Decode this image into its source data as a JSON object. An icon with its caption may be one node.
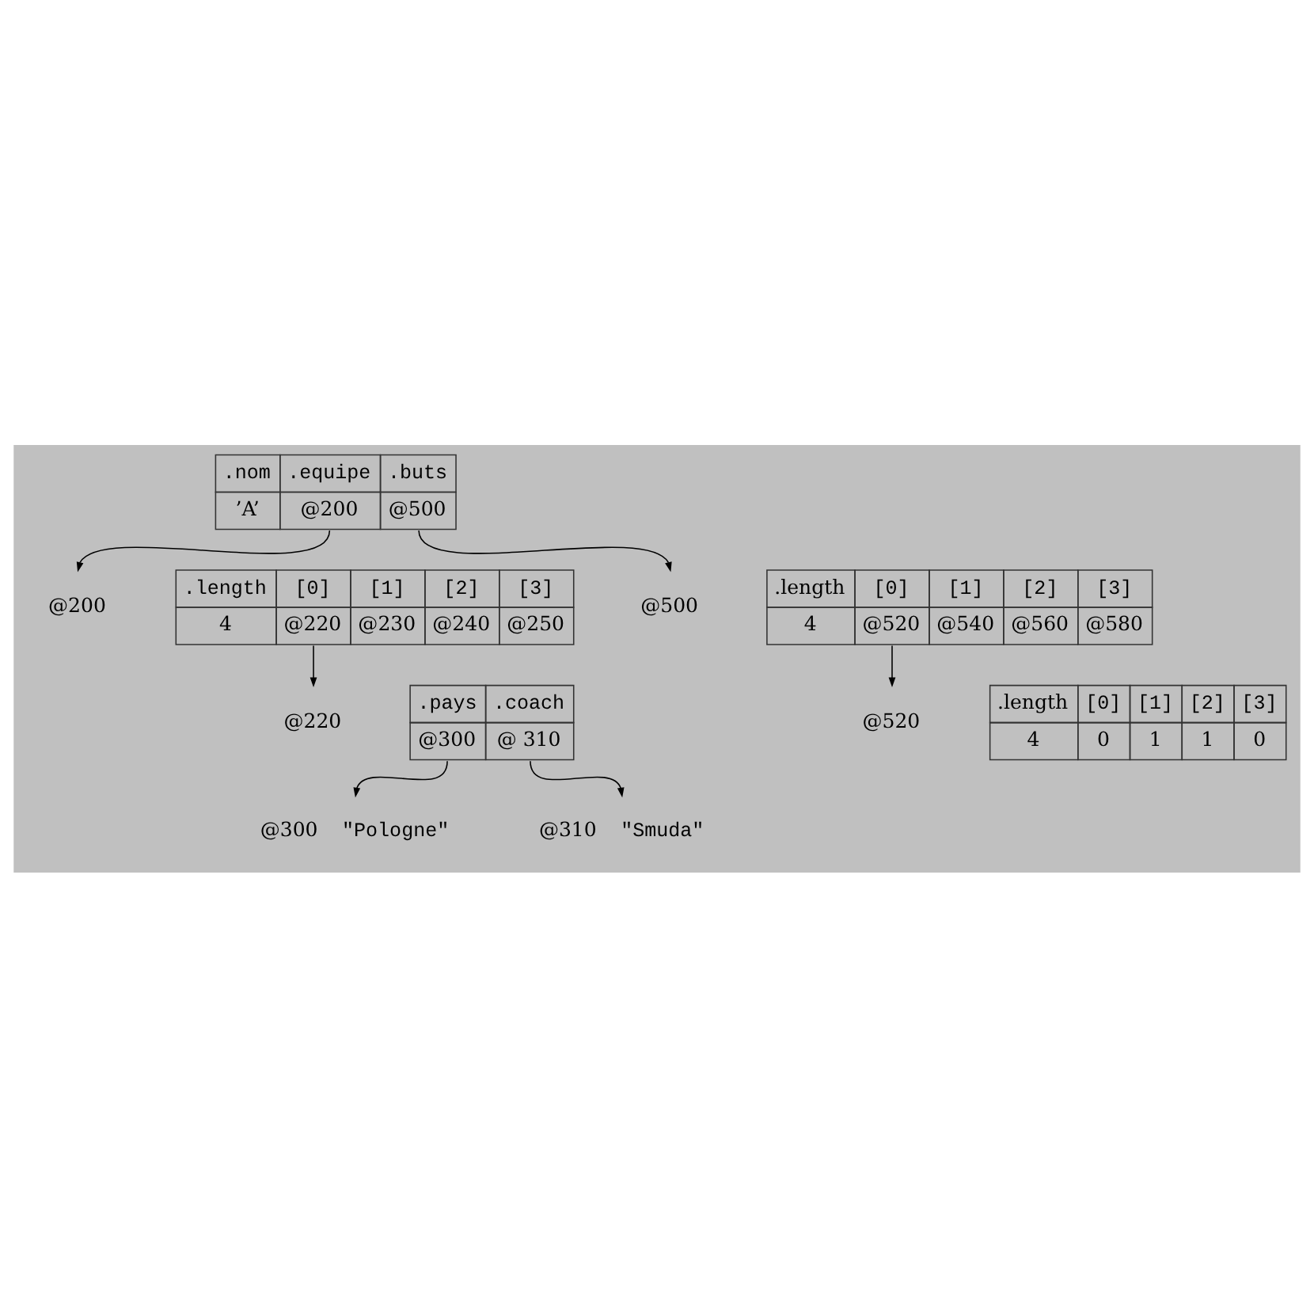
{
  "diagram": {
    "nodes": [
      {
        "text": [
          ".nom",
          ".equipe",
          ".buts",
          "’A’",
          "@200",
          "@500"
        ]
      },
      {
        "text": [
          "@200"
        ]
      },
      {
        "text": [
          ".length",
          "[0]",
          "[1]",
          "[2]",
          "[3]",
          "4",
          "@220",
          "@230",
          "@240",
          "@250"
        ]
      },
      {
        "text": [
          "@220"
        ]
      },
      {
        "text": [
          ".pays",
          ".coach",
          "@300",
          "@ 310"
        ]
      },
      {
        "text": [
          "@300"
        ],
        "beside": [
          "\"Pologne\""
        ]
      },
      {
        "text": [
          "@310"
        ],
        "beside": [
          "\"Smuda\""
        ]
      },
      {
        "text": [
          "@500"
        ]
      },
      {
        "text": [
          ".length",
          "[0]",
          "[1]",
          "[2]",
          "[3]",
          "4",
          "@520",
          "@540",
          "@560",
          "@580"
        ]
      },
      {
        "text": [
          "@520"
        ]
      },
      {
        "text": [
          ".length",
          "[0]",
          "[1]",
          "[2]",
          "[3]",
          "4",
          "0",
          "1",
          "1",
          "0"
        ]
      }
    ],
    "edges": [
      {
        "from": 0,
        "to": 1,
        "arrow": "to"
      },
      {
        "from": 2,
        "to": 3,
        "arrow": "to"
      },
      {
        "from": 4,
        "to": 5,
        "arrow": "to"
      },
      {
        "from": 4,
        "to": 6,
        "arrow": "to"
      },
      {
        "from": 0,
        "to": 7,
        "arrow": "to"
      },
      {
        "from": 8,
        "to": 9,
        "arrow": "to"
      }
    ]
  }
}
